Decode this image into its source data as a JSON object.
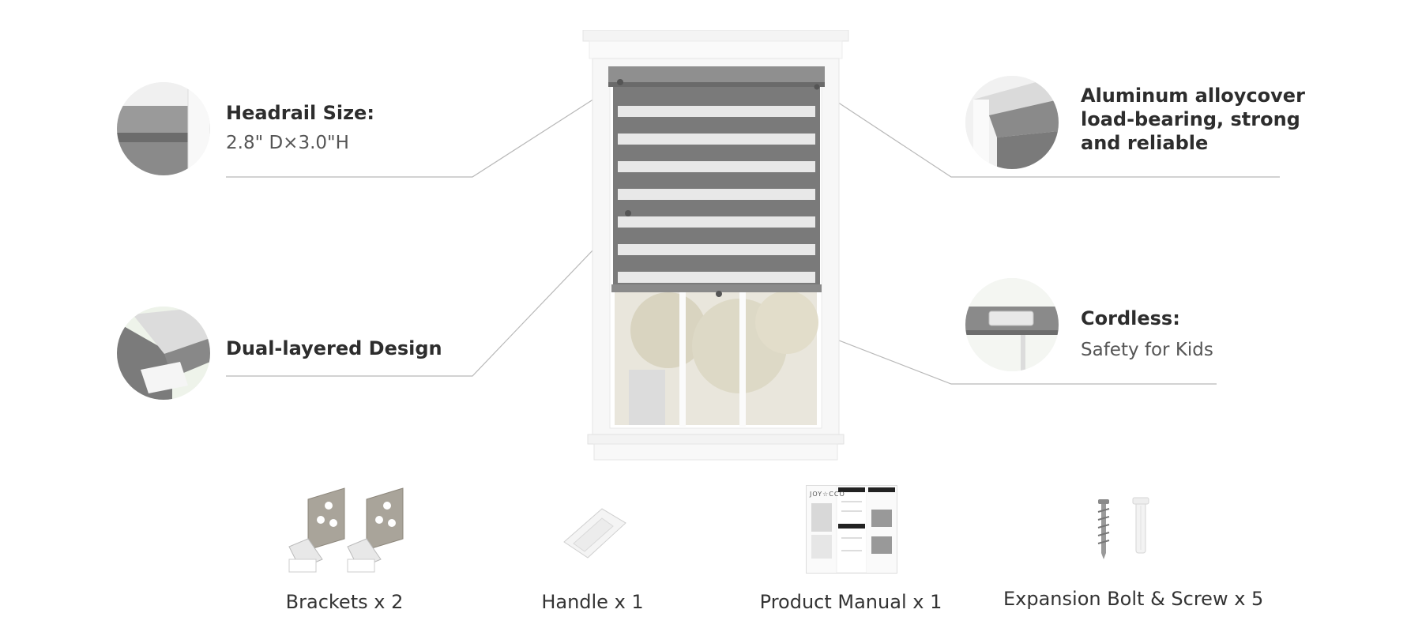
{
  "features": {
    "headrail": {
      "title": "Headrail Size:",
      "subtitle": "2.8\" D×3.0\"H"
    },
    "dual": {
      "title": "Dual-layered Design"
    },
    "aluminum": {
      "line1": "Aluminum alloycover",
      "line2": "load-bearing, strong",
      "line3": "and reliable"
    },
    "cordless": {
      "title": "Cordless:",
      "subtitle": "Safety for Kids"
    }
  },
  "accessories": [
    {
      "label": "Brackets x 2"
    },
    {
      "label": "Handle x 1"
    },
    {
      "label": "Product Manual x 1"
    },
    {
      "label": "Expansion Bolt & Screw x 5"
    }
  ],
  "manual": {
    "brand": "JOY☆CCO"
  },
  "colors": {
    "blind_gray": "#7a7a7a",
    "stripe_sheer": "#e8e8e8",
    "text_dark": "#2d2d2d",
    "leader_line": "#b8b8b8"
  }
}
